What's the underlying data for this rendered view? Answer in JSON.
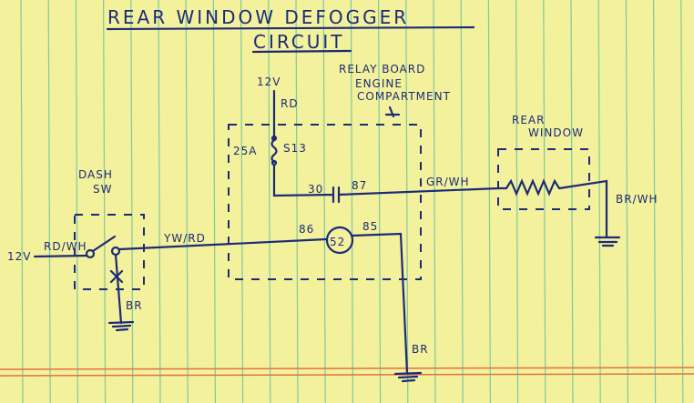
{
  "title": {
    "line1": "REAR WINDOW DEFOGGER",
    "line2": "CIRCUIT"
  },
  "relay_board": {
    "line1": "RELAY BOARD",
    "line2": "ENGINE",
    "line3": "COMPARTMENT"
  },
  "power_top": "12V",
  "wire_rd": "RD",
  "fuse": {
    "rating": "25A",
    "id": "S13"
  },
  "relay": {
    "id": "52",
    "pin30": "30",
    "pin87": "87",
    "pin86": "86",
    "pin85": "85"
  },
  "wire_gr_wh": "GR/WH",
  "rear_window": {
    "line1": "REAR",
    "line2": "WINDOW"
  },
  "wire_br_wh": "BR/WH",
  "dash_switch": {
    "line1": "DASH",
    "line2": "SW"
  },
  "power_left": "12V",
  "wire_rd_wh": "RD/WH",
  "wire_yw_rd": "YW/RD",
  "ground_switch": "BR",
  "ground_relay": "BR",
  "colors": {
    "paper": "#f3f19c",
    "ink": "#1c2a78",
    "rule": "#4fb8a0",
    "margin": "#e0704a"
  }
}
